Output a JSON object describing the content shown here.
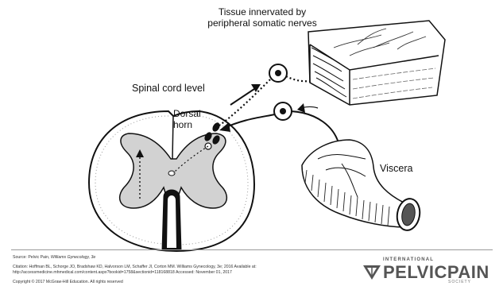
{
  "labels": {
    "tissue_line1": "Tissue innervated by",
    "tissue_line2": "peripheral somatic nerves",
    "spinal_cord_level": "Spinal cord level",
    "dorsal_line1": "Dorsal",
    "dorsal_line2": "horn",
    "viscera": "Viscera"
  },
  "footer": {
    "source_prefix": "Source: Pelvic Pain, ",
    "source_book": "Williams Gynecology, 3e",
    "citation_line1": "Citation: Hoffman BL, Schorge JO, Bradshaw KD, Halvorson LM, Schaffer JI, Corton MM. Williams Gynecology, 3e; 2016 Available at:",
    "citation_line2": "http://accessmedicine.mhmedical.com/content.aspx?bookid=1758&sectionid=118168818 Accessed: November 01, 2017",
    "copyright": "Copyright © 2017 McGraw-Hill Education. All rights reserved"
  },
  "logo": {
    "international": "INTERNATIONAL",
    "pelvicpain": "PELVICPAIN",
    "society": "SOCIETY"
  }
}
